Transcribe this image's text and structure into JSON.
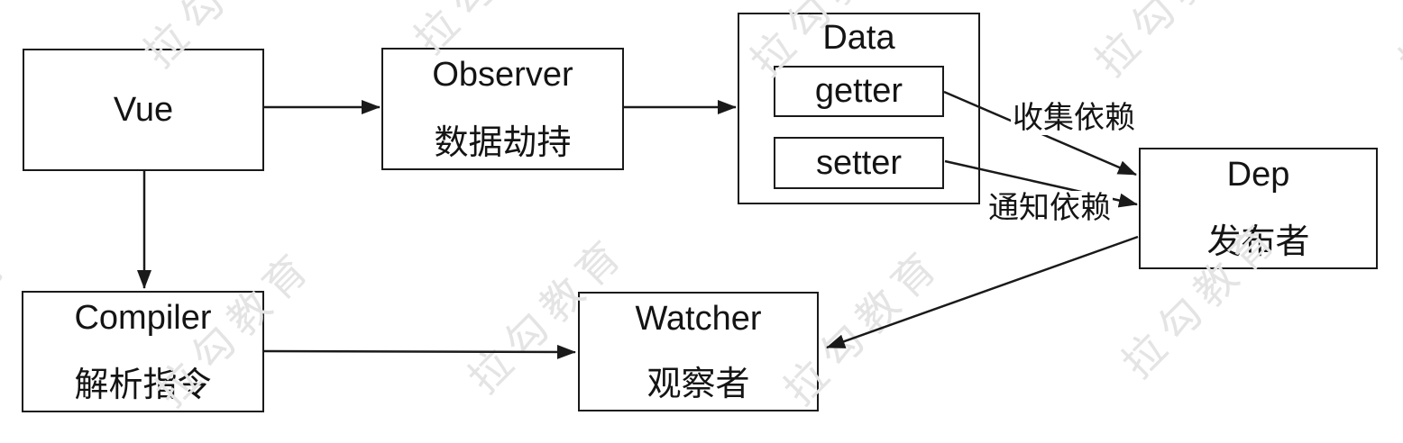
{
  "diagram": {
    "title": "Vue reactivity flow diagram",
    "nodes": {
      "vue": {
        "label": "Vue"
      },
      "observer": {
        "label": "Observer",
        "sublabel": "数据劫持"
      },
      "data": {
        "label": "Data"
      },
      "getter": {
        "label": "getter"
      },
      "setter": {
        "label": "setter"
      },
      "dep": {
        "label": "Dep",
        "sublabel": "发布者"
      },
      "compiler": {
        "label": "Compiler",
        "sublabel": "解析指令"
      },
      "watcher": {
        "label": "Watcher",
        "sublabel": "观察者"
      }
    },
    "edge_labels": {
      "collect": "收集依赖",
      "notify": "通知依赖"
    },
    "watermark": {
      "text": "拉勾教育",
      "color": "#e4e4e4"
    },
    "colors": {
      "stroke": "#1a1a1a",
      "background": "#ffffff",
      "text": "#141414"
    }
  }
}
